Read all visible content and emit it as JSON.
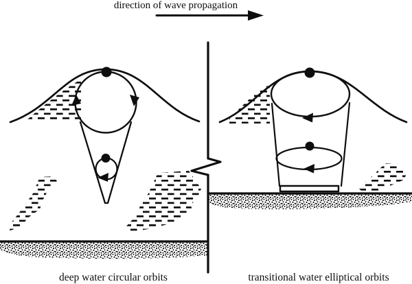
{
  "colors": {
    "ink": "#0e0e0e",
    "paper": "#ffffff"
  },
  "header": {
    "title": "direction of wave propagation",
    "arrow_icon": "arrow-right"
  },
  "panels": {
    "left": {
      "caption": "deep water circular orbits",
      "orbit_shape": "circular",
      "rotation": "clockwise"
    },
    "right": {
      "caption": "transitional water elliptical orbits",
      "orbit_shape": "elliptical",
      "rotation": "clockwise"
    }
  }
}
